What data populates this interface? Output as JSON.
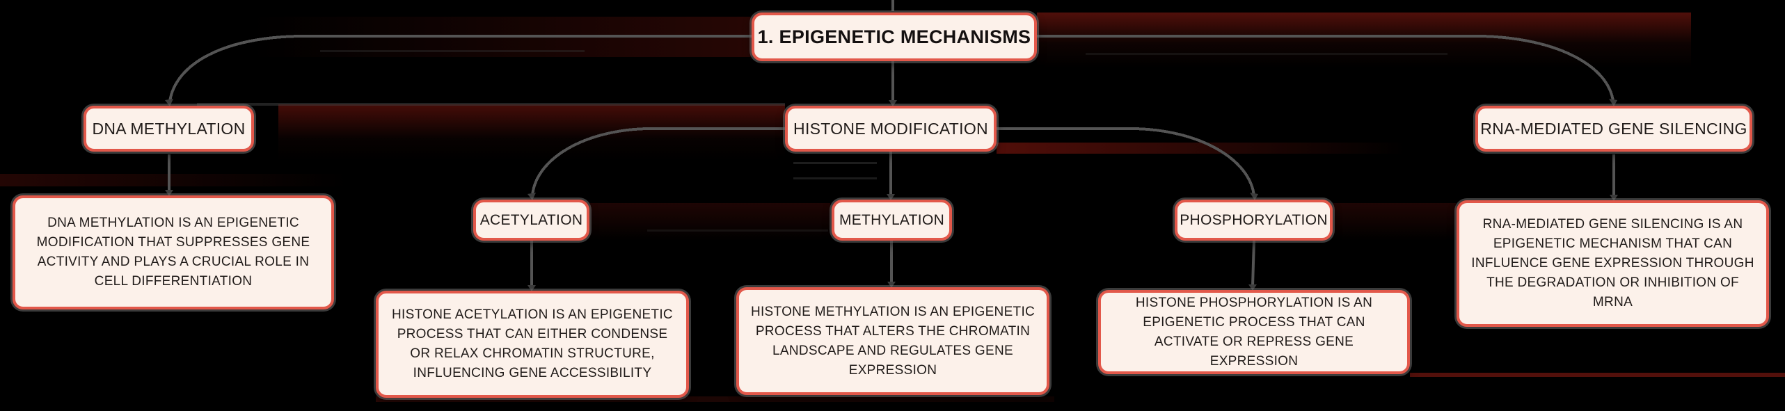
{
  "app": {
    "background_color": "#000000",
    "node_fill_color": "#FCF1EA",
    "node_border_color": "#E2584A",
    "node_text_color": "#201B19",
    "connector_color": "#545454"
  },
  "mindmap": {
    "root": {
      "label": "1. EPIGENETIC MECHANISMS"
    },
    "branches": [
      {
        "label": "DNA METHYLATION",
        "desc": "DNA METHYLATION IS AN EPIGENETIC MODIFICATION THAT SUPPRESSES GENE ACTIVITY AND PLAYS A CRUCIAL ROLE IN CELL DIFFERENTIATION"
      },
      {
        "label": "HISTONE MODIFICATION",
        "children": [
          {
            "label": "ACETYLATION",
            "desc": "HISTONE ACETYLATION IS AN EPIGENETIC PROCESS THAT CAN EITHER CONDENSE OR RELAX CHROMATIN STRUCTURE, INFLUENCING GENE ACCESSIBILITY"
          },
          {
            "label": "METHYLATION",
            "desc": "HISTONE METHYLATION IS AN EPIGENETIC PROCESS THAT ALTERS THE CHROMATIN LANDSCAPE AND REGULATES GENE EXPRESSION"
          },
          {
            "label": "PHOSPHORYLATION",
            "desc": "HISTONE PHOSPHORYLATION IS AN EPIGENETIC PROCESS THAT CAN ACTIVATE OR REPRESS GENE EXPRESSION"
          }
        ]
      },
      {
        "label": "RNA-MEDIATED GENE SILENCING",
        "desc": "RNA-MEDIATED GENE SILENCING IS AN EPIGENETIC MECHANISM THAT CAN INFLUENCE GENE EXPRESSION THROUGH THE DEGRADATION OR INHIBITION OF MRNA"
      }
    ]
  }
}
